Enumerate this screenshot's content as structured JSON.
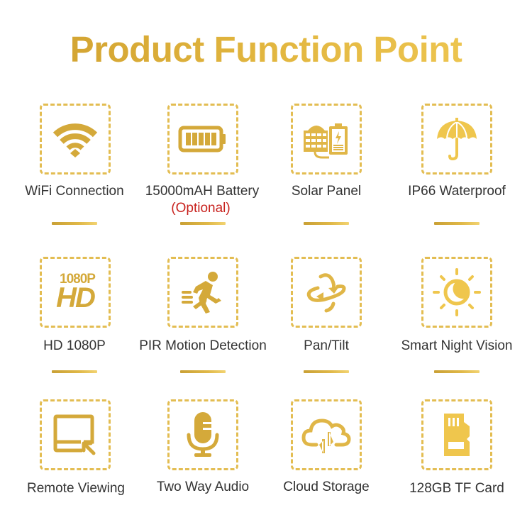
{
  "title": "Product Function Point",
  "colors": {
    "gold": "#d9ad3d",
    "gold_light": "#f0c955",
    "label": "#333333",
    "optional": "#c8221e"
  },
  "features": [
    {
      "label": "WiFi Connection",
      "icon": "wifi-icon"
    },
    {
      "label": "15000mAH Battery",
      "sublabel": "(Optional)",
      "icon": "battery-icon"
    },
    {
      "label": "Solar Panel",
      "icon": "solar-panel-icon"
    },
    {
      "label": "IP66 Waterproof",
      "icon": "umbrella-icon"
    },
    {
      "label": "HD 1080P",
      "icon": "hd-1080p-icon",
      "icon_text_top": "1080P",
      "icon_text_bottom": "HD"
    },
    {
      "label": "PIR Motion Detection",
      "icon": "running-person-icon"
    },
    {
      "label": "Pan/Tilt",
      "icon": "rotate-arrows-icon"
    },
    {
      "label": "Smart Night Vision",
      "icon": "sun-moon-icon"
    },
    {
      "label": "Remote Viewing",
      "icon": "remote-screen-icon"
    },
    {
      "label": "Two Way Audio",
      "icon": "microphone-icon"
    },
    {
      "label": "Cloud Storage",
      "icon": "cloud-sync-icon"
    },
    {
      "label": "128GB TF Card",
      "icon": "sd-card-icon"
    }
  ]
}
